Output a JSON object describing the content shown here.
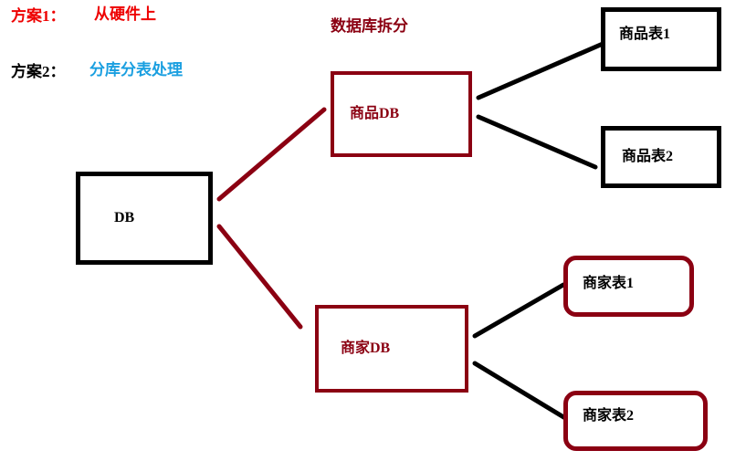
{
  "diagram": {
    "title": "数据库拆分",
    "title_color": "#8b0012",
    "type": "tree-diagram",
    "annotations": [
      {
        "key": "方案1：",
        "key_color": "#ee0000",
        "value": "从硬件上",
        "value_color": "#ee0000"
      },
      {
        "key": "方案2：",
        "key_color": "#000000",
        "value": "分库分表处理",
        "value_color": "#1a9fe0"
      }
    ],
    "nodes": [
      {
        "id": "db",
        "label": "DB",
        "style": "rect-black",
        "border_color": "#000000",
        "text_color": "#000000"
      },
      {
        "id": "product-db",
        "label": "商品DB",
        "style": "rect-red",
        "border_color": "#8b0012",
        "text_color": "#8b0012"
      },
      {
        "id": "merchant-db",
        "label": "商家DB",
        "style": "rect-red",
        "border_color": "#8b0012",
        "text_color": "#8b0012"
      },
      {
        "id": "product-t1",
        "label": "商品表1",
        "style": "rect-black",
        "border_color": "#000000",
        "text_color": "#000000"
      },
      {
        "id": "product-t2",
        "label": "商品表2",
        "style": "rect-black",
        "border_color": "#000000",
        "text_color": "#000000"
      },
      {
        "id": "merchant-t1",
        "label": "商家表1",
        "style": "rounded-red",
        "border_color": "#8b0012",
        "text_color": "#000000"
      },
      {
        "id": "merchant-t2",
        "label": "商家表2",
        "style": "rounded-red",
        "border_color": "#8b0012",
        "text_color": "#000000"
      }
    ],
    "edges": [
      {
        "from": "db",
        "to": "product-db",
        "color": "#8b0012"
      },
      {
        "from": "db",
        "to": "merchant-db",
        "color": "#8b0012"
      },
      {
        "from": "product-db",
        "to": "product-t1",
        "color": "#000000"
      },
      {
        "from": "product-db",
        "to": "product-t2",
        "color": "#000000"
      },
      {
        "from": "merchant-db",
        "to": "merchant-t1",
        "color": "#000000"
      },
      {
        "from": "merchant-db",
        "to": "merchant-t2",
        "color": "#000000"
      }
    ]
  }
}
